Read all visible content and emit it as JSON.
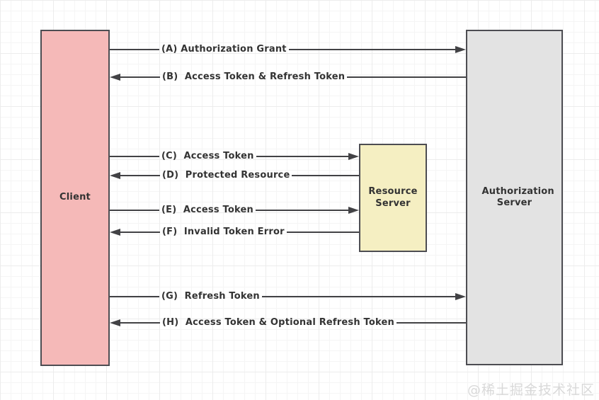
{
  "boxes": {
    "client": {
      "label": "Client",
      "fill": "#f5b9b8"
    },
    "resource_server": {
      "label": "Resource Server",
      "fill": "#f5efc2"
    },
    "authorization_server": {
      "label": "Authorization Server",
      "fill": "#e3e3e3"
    }
  },
  "arrows": [
    {
      "id": "A",
      "label": "(A) Authorization Grant",
      "direction": "right",
      "from": "Client",
      "to": "Authorization Server"
    },
    {
      "id": "B",
      "label": "(B)  Access Token & Refresh Token",
      "direction": "left",
      "from": "Authorization Server",
      "to": "Client"
    },
    {
      "id": "C",
      "label": "(C)  Access Token",
      "direction": "right",
      "from": "Client",
      "to": "Resource Server"
    },
    {
      "id": "D",
      "label": "(D)  Protected Resource",
      "direction": "left",
      "from": "Resource Server",
      "to": "Client"
    },
    {
      "id": "E",
      "label": "(E)  Access Token",
      "direction": "right",
      "from": "Client",
      "to": "Resource Server"
    },
    {
      "id": "F",
      "label": "(F)  Invalid Token Error",
      "direction": "left",
      "from": "Resource Server",
      "to": "Client"
    },
    {
      "id": "G",
      "label": "(G)  Refresh Token",
      "direction": "right",
      "from": "Client",
      "to": "Authorization Server"
    },
    {
      "id": "H",
      "label": "(H)  Access Token & Optional Refresh Token",
      "direction": "left",
      "from": "Authorization Server",
      "to": "Client"
    }
  ],
  "colors": {
    "line": "#424245",
    "box_border": "#4d4d52",
    "text": "#333333",
    "watermark": "#d9d9d9"
  },
  "watermark": "@稀土掘金技术社区"
}
